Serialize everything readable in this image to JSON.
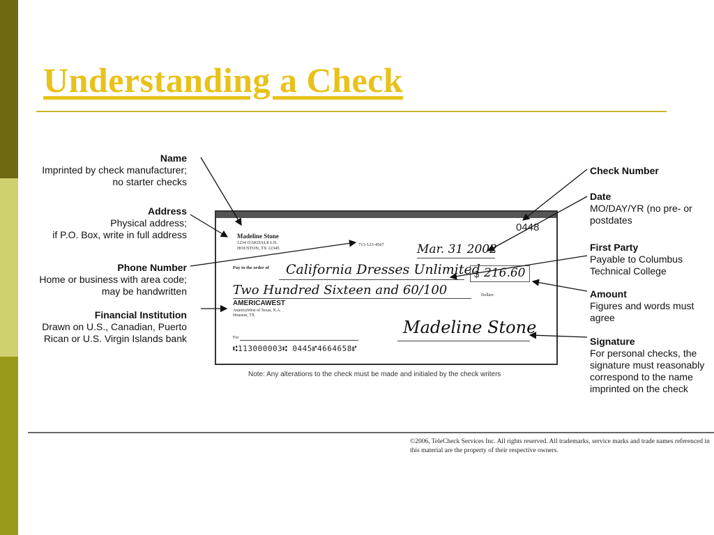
{
  "title": "Understanding a Check",
  "labels": {
    "name": {
      "heading": "Name",
      "lines": [
        "Imprinted by check manufacturer;",
        "no starter checks"
      ]
    },
    "address": {
      "heading": "Address",
      "lines": [
        "Physical address;",
        "if P.O. Box, write in full address"
      ]
    },
    "phone": {
      "heading": "Phone Number",
      "lines": [
        "Home or business with area code;",
        "may be handwritten"
      ]
    },
    "financial": {
      "heading": "Financial Institution",
      "lines": [
        "Drawn on U.S., Canadian, Puerto",
        "Rican or U.S. Virgin Islands bank"
      ]
    },
    "check_number": {
      "heading": "Check Number",
      "lines": []
    },
    "date": {
      "heading": "Date",
      "lines": [
        "MO/DAY/YR (no pre- or",
        "postdates"
      ]
    },
    "first_party": {
      "heading": "First Party",
      "lines": [
        "Payable to Columbus",
        "Technical College"
      ]
    },
    "amount": {
      "heading": "Amount",
      "lines": [
        "Figures and words must",
        "agree"
      ]
    },
    "signature": {
      "heading": "Signature",
      "lines": [
        "For personal checks, the",
        "signature must reasonably",
        "correspond to the name",
        "imprinted on the check"
      ]
    }
  },
  "check": {
    "name": "Madeline Stone",
    "address1": "1234 OAKDALE LN.",
    "address2": "HOUSTON, TX 12345",
    "phone": "713-123-4567",
    "number": "0448",
    "date": "Mar. 31 2002",
    "pay_to_label": "Pay to the order of",
    "payee": "California Dresses Unlimited",
    "dollar_sign": "$",
    "amount": "216.60",
    "amount_words": "Two Hundred Sixteen and 60/100",
    "dollars_label": "Dollars",
    "bank": "AMERICAWEST",
    "bank_line1": "AmericaWest of Texas, N.A.",
    "bank_line2": "Houston, TX",
    "for_label": "For",
    "signature": "Madeline Stone",
    "micr": "⑆113000003⑆ 0445⑈4664658⑈"
  },
  "note": "Note: Any alterations to the check must be made and initialed by the check writers",
  "copyright": "©2006, TeleCheck Services Inc. All rights reserved.  All trademarks, service marks and trade names referenced in this material are the property of their respective owners."
}
